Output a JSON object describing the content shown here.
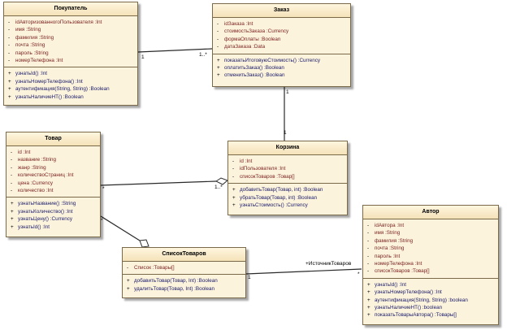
{
  "classes": {
    "pokupatel": {
      "name": "Покупатель",
      "attributes": [
        {
          "vis": "-",
          "text": "idАвторизованногоПользователя  :Int"
        },
        {
          "vis": "-",
          "text": "имя  :String"
        },
        {
          "vis": "-",
          "text": "фамилия  :String"
        },
        {
          "vis": "-",
          "text": "почта  :String"
        },
        {
          "vis": "-",
          "text": "пароль  :String"
        },
        {
          "vis": "-",
          "text": "номерТелефона  :Int"
        }
      ],
      "operations": [
        {
          "vis": "+",
          "text": "узнатьId()  :Int"
        },
        {
          "vis": "+",
          "text": "узнатьНомерТелефона()  :Int"
        },
        {
          "vis": "+",
          "text": "аутентификация(String, String)  :Boolean"
        },
        {
          "vis": "+",
          "text": "узнатьНаличиеНТ()  :Boolean"
        }
      ]
    },
    "zakaz": {
      "name": "Заказ",
      "attributes": [
        {
          "vis": "-",
          "text": "idЗаказа  :Int"
        },
        {
          "vis": "-",
          "text": "стоимостьЗаказа  :Currency"
        },
        {
          "vis": "-",
          "text": "формаОплаты  :Boolean"
        },
        {
          "vis": "-",
          "text": "датаЗаказа  :Data"
        }
      ],
      "operations": [
        {
          "vis": "+",
          "text": "показатьИтоговуюСтоимость()  :Currency"
        },
        {
          "vis": "+",
          "text": "оплатитьЗаказ()  :Boolean"
        },
        {
          "vis": "+",
          "text": "отменитьЗаказ()  :Boolean"
        }
      ]
    },
    "tovar": {
      "name": "Товар",
      "attributes": [
        {
          "vis": "-",
          "text": "id  :Int"
        },
        {
          "vis": "-",
          "text": "название  :String"
        },
        {
          "vis": "-",
          "text": "жанр  :String"
        },
        {
          "vis": "-",
          "text": "количествоСтраниц  :Int"
        },
        {
          "vis": "-",
          "text": "цена  :Currency"
        },
        {
          "vis": "-",
          "text": "количество  :Int"
        }
      ],
      "operations": [
        {
          "vis": "+",
          "text": "узнатьНазвание()  :String"
        },
        {
          "vis": "+",
          "text": "узнатьКоличество()  :Int"
        },
        {
          "vis": "+",
          "text": "узнатьЦену()  :Currency"
        },
        {
          "vis": "+",
          "text": "узнатьId()  :Int"
        }
      ]
    },
    "korzina": {
      "name": "Корзина",
      "attributes": [
        {
          "vis": "-",
          "text": "id  :Int"
        },
        {
          "vis": "-",
          "text": "idПользователя  :Int"
        },
        {
          "vis": "-",
          "text": "списокТоваров  :Товар[]"
        }
      ],
      "operations": [
        {
          "vis": "+",
          "text": "добавитьТовар(Товар, int)  :Boolean"
        },
        {
          "vis": "+",
          "text": "убратьТовар(Товар, int)  :Boolean"
        },
        {
          "vis": "+",
          "text": "узнатьСтоимость()  :Currency"
        }
      ]
    },
    "avtor": {
      "name": "Автор",
      "attributes": [
        {
          "vis": "-",
          "text": "idАвтора  :Int"
        },
        {
          "vis": "-",
          "text": "имя  :String"
        },
        {
          "vis": "-",
          "text": "фамилия  :String"
        },
        {
          "vis": "-",
          "text": "почта  :String"
        },
        {
          "vis": "-",
          "text": "пароль  :Int"
        },
        {
          "vis": "-",
          "text": "номерТелефона  :Int"
        },
        {
          "vis": "-",
          "text": "списокТоваров  :Товар[]"
        }
      ],
      "operations": [
        {
          "vis": "+",
          "text": "узнатьId()  :Int"
        },
        {
          "vis": "+",
          "text": "узнатьНомерТелефона()  :Int"
        },
        {
          "vis": "+",
          "text": "аутентификация(String, String)  :boolean"
        },
        {
          "vis": "+",
          "text": "узнатьНаличиеНТ()  :boolean"
        },
        {
          "vis": "+",
          "text": "показатьТоварыАвтора()  :Товары[]"
        }
      ]
    },
    "spisok": {
      "name": "СписокТоваров",
      "attributes": [
        {
          "vis": "-",
          "text": "Список  :Товары[]"
        }
      ],
      "operations": [
        {
          "vis": "+",
          "text": "добавитьТовар(Товар, Int)  :Boolean"
        },
        {
          "vis": "+",
          "text": "удалитьТовар(Товар, Int)  :Boolean"
        }
      ]
    }
  },
  "multiplicities": {
    "pok_zak_a": "1",
    "pok_zak_b": "1..*",
    "zak_kor_a": "1",
    "zak_kor_b": "1",
    "tov_kor_a": "*",
    "tov_kor_b": "1..*",
    "tov_spis": "*",
    "spis_avt_a": "1",
    "spis_avt_b": "*"
  },
  "role_labels": {
    "spis_avt_role": "+ИсточникТоваров"
  },
  "colors": {
    "fill": "#fbf3dc",
    "border": "#7a6a4a",
    "line": "#2a2a2a"
  }
}
